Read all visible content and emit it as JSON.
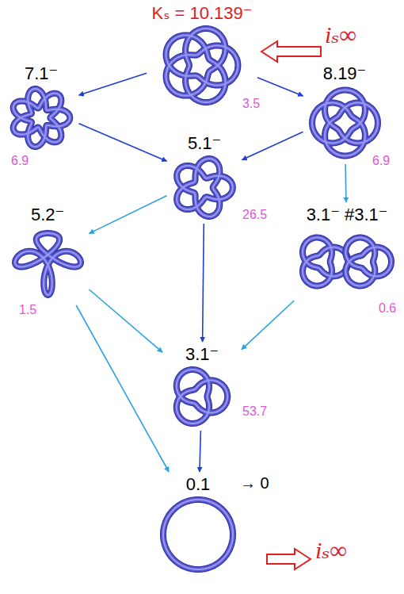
{
  "diagram": {
    "nodes": [
      {
        "text": [
          "Kₛ = 10.139⁻",
          "3.5"
        ]
      },
      {
        "text": [
          "7.1⁻",
          "6.9"
        ]
      },
      {
        "text": [
          "8.19⁻",
          "6.9"
        ]
      },
      {
        "text": [
          "5.1⁻",
          "26.5"
        ]
      },
      {
        "text": [
          "5.2⁻",
          "1.5"
        ]
      },
      {
        "text": [
          "3.1⁻ #3.1⁻",
          "0.6"
        ]
      },
      {
        "text": [
          "3.1⁻",
          "53.7"
        ]
      },
      {
        "text": [
          "0.1"
        ]
      }
    ],
    "edges": [
      {
        "from": 0,
        "to": 1,
        "arrow": "to"
      },
      {
        "from": 0,
        "to": 2,
        "arrow": "to"
      },
      {
        "from": 1,
        "to": 3,
        "arrow": "to"
      },
      {
        "from": 2,
        "to": 3,
        "arrow": "to"
      },
      {
        "from": 2,
        "to": 5,
        "arrow": "to"
      },
      {
        "from": 3,
        "to": 4,
        "arrow": "to"
      },
      {
        "from": 3,
        "to": 6,
        "arrow": "to"
      },
      {
        "from": 5,
        "to": 6,
        "arrow": "to"
      },
      {
        "from": 4,
        "to": 6,
        "arrow": "to"
      },
      {
        "from": 4,
        "to": 7,
        "arrow": "to"
      },
      {
        "from": 6,
        "to": 7,
        "arrow": "to"
      }
    ],
    "labels": [
      "iₛ∞",
      "→ 0",
      "iₛ∞"
    ]
  }
}
